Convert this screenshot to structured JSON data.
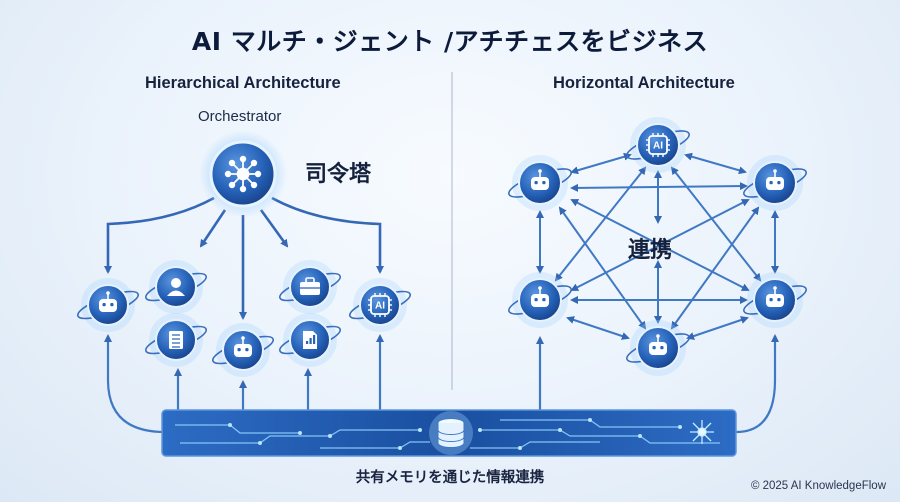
{
  "title": "AI マルチ・ジェント /アチチェスをビジネス",
  "left_panel": {
    "subtitle": "Hierarchical Architecture",
    "orchestrator_label": "Orchestrator",
    "orchestrator_caption": "司令塔",
    "orchestrator_icon": "network-hub-icon",
    "agents": [
      {
        "name": "robot-agent-icon"
      },
      {
        "name": "user-agent-icon"
      },
      {
        "name": "document-agent-icon"
      },
      {
        "name": "robot-agent-icon"
      },
      {
        "name": "briefcase-agent-icon"
      },
      {
        "name": "data-file-agent-icon"
      },
      {
        "name": "ai-chip-agent-icon",
        "text": "AI"
      }
    ]
  },
  "right_panel": {
    "subtitle": "Horizontal Architecture",
    "center_caption": "連携",
    "nodes": [
      {
        "name": "ai-chip-icon",
        "text": "AI"
      },
      {
        "name": "robot-icon"
      },
      {
        "name": "robot-icon"
      },
      {
        "name": "robot-icon"
      },
      {
        "name": "robot-icon"
      },
      {
        "name": "robot-icon"
      }
    ]
  },
  "shared_memory": {
    "label": "共有メモリを通じた情報連携",
    "icon": "database-icon"
  },
  "copyright": "© 2025 AI KnowledgeFlow",
  "colors": {
    "primary_blue": "#1f5fb8",
    "arrow_blue": "#3f79c4",
    "glow": "#9fd0ff",
    "bus_dark": "#1a4fa0"
  }
}
